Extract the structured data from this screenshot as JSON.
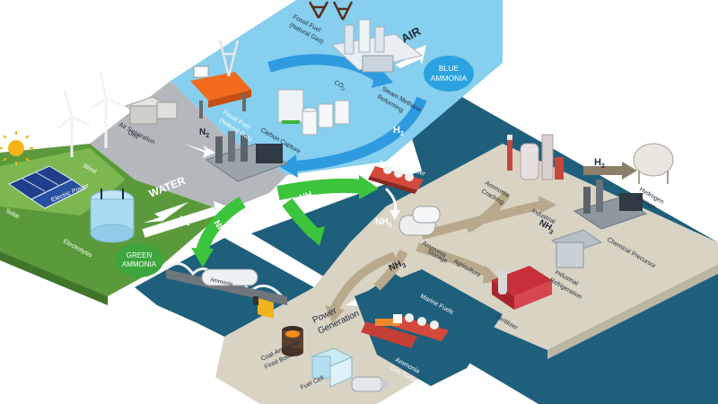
{
  "diagram": {
    "badges": {
      "blue": [
        "BLUE",
        "AMMONIA"
      ],
      "green": [
        "GREEN",
        "AMMONIA"
      ]
    },
    "flows": {
      "air": "AIR",
      "water": "WATER",
      "h2_top": "H",
      "h2_left": "H",
      "h2_right": "H",
      "n2": "N",
      "nh3_a": "NH",
      "nh3_b": "NH",
      "nh3_c": "NH",
      "nh3_d": "NH",
      "nh3_e": "NH",
      "sub2": "2",
      "sub3": "3"
    },
    "labels": {
      "fossil_top": [
        "Fossil Fuel",
        "(Natural Gas)"
      ],
      "fossil_mid": [
        "Fossil Fuel",
        "(Natural Gas)"
      ],
      "co2": "CO",
      "steam_methane": [
        "Steam Methane",
        "Reforming"
      ],
      "carbon_capture": "Carbon Capture",
      "air_separation": [
        "Air Separation",
        "Unit"
      ],
      "wind": "Wind",
      "solar": "Solar",
      "electric_power": "Electric Power",
      "electrolysis": "Electrolysis",
      "ammonia_carrier": "Ammonia Carrier",
      "ammonia_storage": [
        "Ammonia",
        "Storage"
      ],
      "agriculture": "Agriculture",
      "ammonia_cracking": [
        "Ammonia",
        "Cracking"
      ],
      "industrial": "Industrial",
      "hydrogen_storage": [
        "Hydrogen",
        "Storage"
      ],
      "industrial_refrigeration": [
        "Industrial",
        "Refrigeration"
      ],
      "chemical_precursor": "Chemical Precursor",
      "fertilizer": "Fertilizer",
      "marine_fuels": "Marine Fuels",
      "ammonia_gas_turbine": [
        "Ammonia",
        "Gas Turbine"
      ],
      "power_generation": [
        "Power",
        "Generation"
      ],
      "coal_ammonia": [
        "Coal-Ammonia",
        "Fired Boiler"
      ],
      "fuel_cell": "Fuel Cell",
      "truck": "Ammonia"
    },
    "colors": {
      "sky": "#86cfee",
      "sea": "#1e5f7c",
      "sea_dark": "#164b64",
      "grass": "#5b9a3a",
      "grass_light": "#7cb84f",
      "sand": "#d9d3c4",
      "gray_zone": "#b4b8bc",
      "flow_blue": "#2e9ae0",
      "flow_green": "#3cc43c",
      "flow_tan": "#b9a98c",
      "badge_blue": "#2aa3e0",
      "badge_green": "#3ca63c"
    }
  }
}
